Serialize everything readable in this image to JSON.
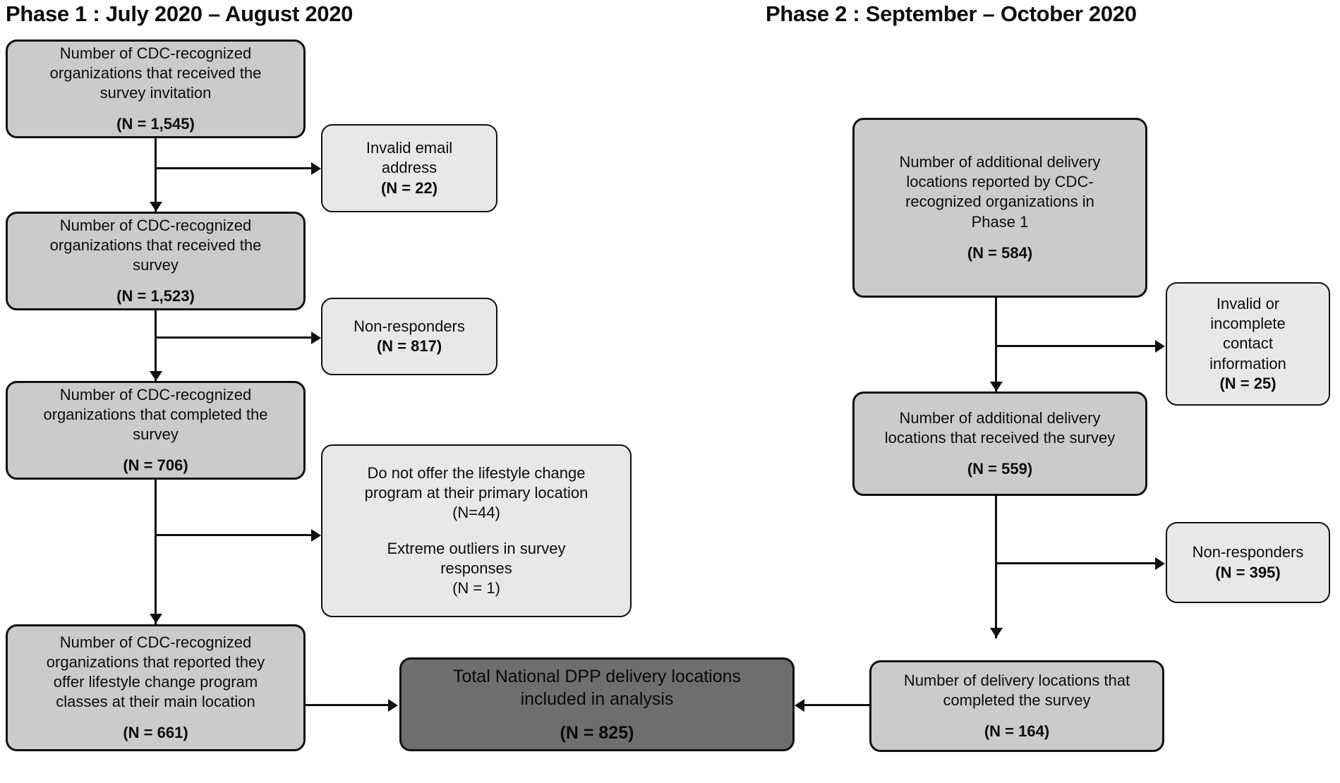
{
  "figure": {
    "type": "flowchart",
    "description": "CONSORT-style participant flow diagram for a two-phase National DPP delivery location survey"
  },
  "phases": [
    {
      "id": "phase1",
      "title": "Phase 1 : July 2020 – August 2020"
    },
    {
      "id": "phase2",
      "title": "Phase 2 : September – October 2020"
    }
  ],
  "nodes": {
    "p1_invited": {
      "lines": [
        "Number of CDC-recognized",
        "organizations that received the",
        "survey invitation"
      ],
      "count": "(N = 1,545)",
      "style": "main"
    },
    "p1_invalid_email": {
      "lines": [
        "Invalid email",
        "address"
      ],
      "count": "(N = 22)",
      "style": "side"
    },
    "p1_received": {
      "lines": [
        "Number of CDC-recognized",
        "organizations that received the",
        "survey"
      ],
      "count": "(N = 1,523)",
      "style": "main"
    },
    "p1_nonresponders": {
      "lines": [
        "Non-responders"
      ],
      "count": "(N = 817)",
      "style": "side"
    },
    "p1_completed": {
      "lines": [
        "Number of CDC-recognized",
        "organizations that completed the",
        "survey"
      ],
      "count": "(N = 706)",
      "style": "main"
    },
    "p1_excluded": {
      "lines": [
        "Do not offer the lifestyle change",
        "program at their primary location"
      ],
      "count": "(N=44)",
      "lines2": [
        "Extreme outliers in survey",
        "responses"
      ],
      "count2": "(N = 1)",
      "style": "side"
    },
    "p1_final": {
      "lines": [
        "Number of CDC-recognized",
        "organizations that reported they",
        "offer lifestyle change program",
        "classes at their main location"
      ],
      "count": "(N = 661)",
      "style": "main"
    },
    "p2_additional": {
      "lines": [
        "Number of additional delivery",
        "locations reported by CDC-",
        "recognized organizations in",
        "Phase 1"
      ],
      "count": "(N = 584)",
      "style": "main"
    },
    "p2_invalid_contact": {
      "lines": [
        "Invalid or",
        "incomplete",
        "contact",
        "information"
      ],
      "count": "(N = 25)",
      "style": "side"
    },
    "p2_received": {
      "lines": [
        "Number of additional delivery",
        "locations that received the survey"
      ],
      "count": "(N = 559)",
      "style": "main"
    },
    "p2_nonresponders": {
      "lines": [
        "Non-responders"
      ],
      "count": "(N = 395)",
      "style": "side"
    },
    "p2_completed": {
      "lines": [
        "Number of delivery locations that",
        "completed the survey"
      ],
      "count": "(N = 164)",
      "style": "main"
    },
    "total": {
      "lines": [
        "Total National DPP delivery locations",
        "included in analysis"
      ],
      "count": "(N = 825)",
      "style": "total"
    }
  },
  "colors": {
    "main_box_fill": "#cbcbcb",
    "side_box_fill": "#e8e8e8",
    "total_box_fill": "#6e6e6e",
    "border": "#111111",
    "text": "#0d0d0d",
    "background": "#ffffff"
  },
  "edges": [
    {
      "from": "p1_invited",
      "to": "p1_received",
      "kind": "down"
    },
    {
      "from": "p1_invited",
      "to": "p1_invalid_email",
      "kind": "branch-right"
    },
    {
      "from": "p1_received",
      "to": "p1_completed",
      "kind": "down"
    },
    {
      "from": "p1_received",
      "to": "p1_nonresponders",
      "kind": "branch-right"
    },
    {
      "from": "p1_completed",
      "to": "p1_final",
      "kind": "down"
    },
    {
      "from": "p1_completed",
      "to": "p1_excluded",
      "kind": "branch-right"
    },
    {
      "from": "p1_final",
      "to": "total",
      "kind": "right"
    },
    {
      "from": "p2_additional",
      "to": "p2_received",
      "kind": "down"
    },
    {
      "from": "p2_additional",
      "to": "p2_invalid_contact",
      "kind": "branch-right"
    },
    {
      "from": "p2_received",
      "to": "p2_completed",
      "kind": "down"
    },
    {
      "from": "p2_received",
      "to": "p2_nonresponders",
      "kind": "branch-right"
    },
    {
      "from": "p2_completed",
      "to": "total",
      "kind": "left"
    }
  ]
}
